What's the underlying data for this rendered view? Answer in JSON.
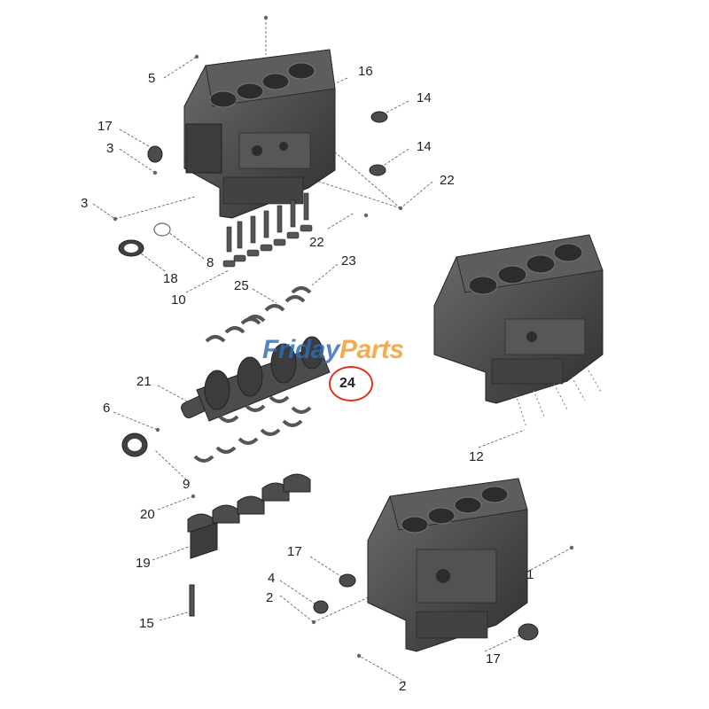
{
  "watermark": {
    "part1": "Friday",
    "part2": "Parts",
    "color_blue": "#2f6cb5",
    "color_orange": "#f29a2e"
  },
  "highlight": {
    "label": "24",
    "ring_color": "#e0321e"
  },
  "callouts": {
    "c1": "1",
    "c2a": "2",
    "c2b": "2",
    "c3a": "3",
    "c3b": "3",
    "c4": "4",
    "c5": "5",
    "c6": "6",
    "c8": "8",
    "c9": "9",
    "c10": "10",
    "c12": "12",
    "c14a": "14",
    "c14b": "14",
    "c15": "15",
    "c16": "16",
    "c17a": "17",
    "c17b": "17",
    "c17c": "17",
    "c18": "18",
    "c19": "19",
    "c20": "20",
    "c21": "21",
    "c22a": "22",
    "c22b": "22",
    "c23": "23",
    "c25": "25"
  },
  "colors": {
    "casting": "#4a4c4e",
    "casting_dark": "#2e3032",
    "casting_light": "#6a6c6e",
    "leader": "#555555"
  }
}
